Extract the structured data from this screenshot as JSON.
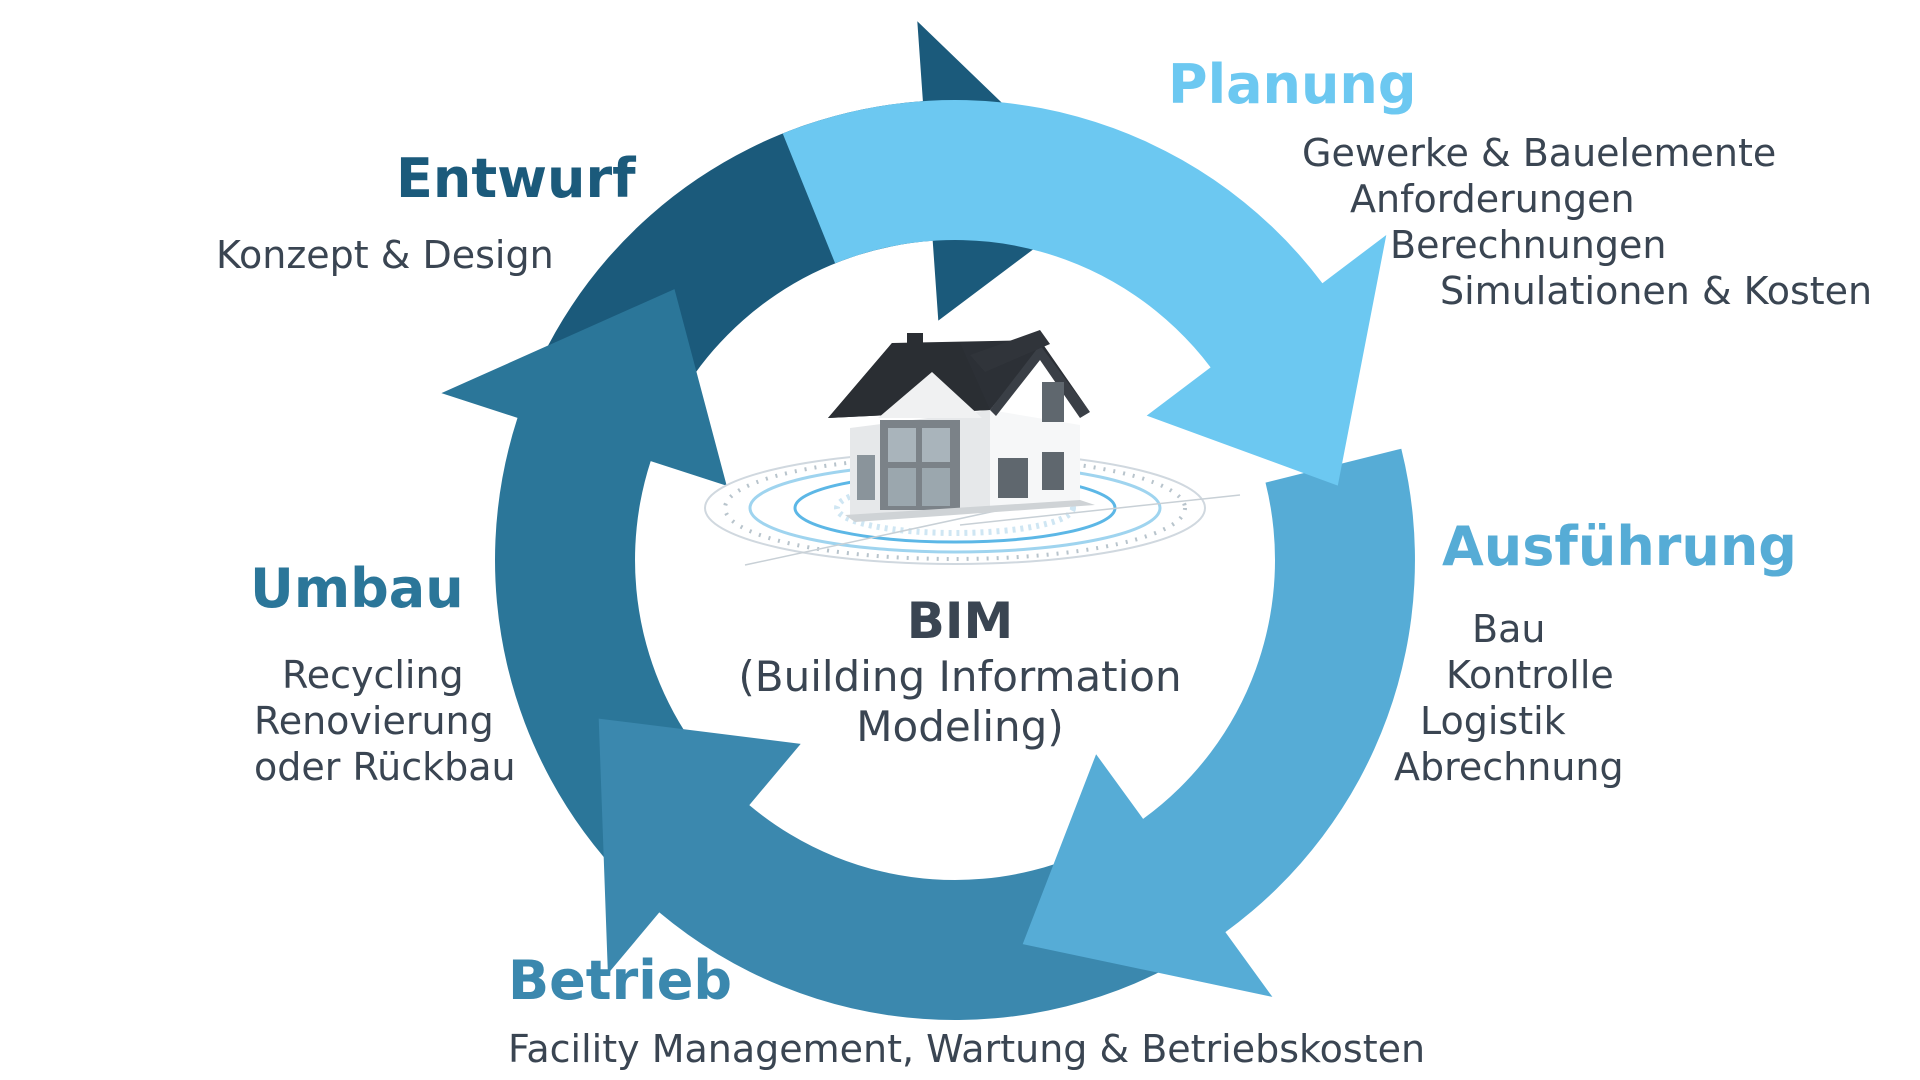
{
  "center": {
    "title": "BIM",
    "subtitle_line1": "(Building Information",
    "subtitle_line2": "Modeling)"
  },
  "phases": [
    {
      "title": "Planung",
      "color": "#6cc8f1",
      "items": [
        "Gewerke & Bauelemente",
        "Anforderungen",
        "Berechnungen",
        "Simulationen & Kosten"
      ]
    },
    {
      "title": "Ausführung",
      "color": "#56acd6",
      "items": [
        "Bau",
        "Kontrolle",
        "Logistik",
        "Abrechnung"
      ]
    },
    {
      "title": "Betrieb",
      "color": "#3b88ae",
      "items": [
        "Facility Management, Wartung & Betriebskosten"
      ]
    },
    {
      "title": "Umbau",
      "color": "#2b7699",
      "items": [
        "Recycling",
        "Renovierung",
        "oder Rückbau"
      ]
    },
    {
      "title": "Entwurf",
      "color": "#1b5a7b",
      "items": [
        "Konzept & Design"
      ]
    }
  ],
  "colors": {
    "body_text": "#3a4552",
    "planung": "#6cc8f1",
    "ausfuehrung": "#56acd6",
    "betrieb": "#3b88ae",
    "umbau": "#2b7699",
    "entwurf": "#1b5a7b"
  },
  "icons": {
    "center_image": "house-icon"
  }
}
